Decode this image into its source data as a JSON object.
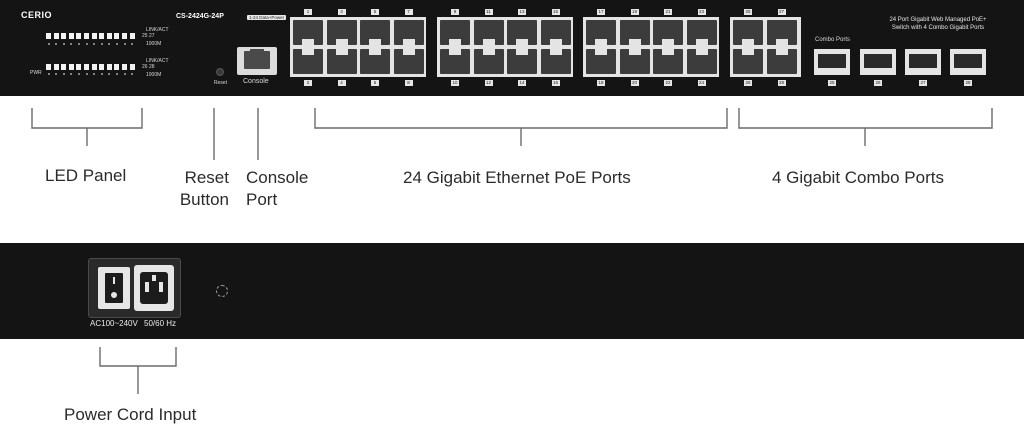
{
  "front": {
    "brand": "CERIO",
    "model": "CS-2424G-24P",
    "port_badge": "1-24 Data+Power",
    "description_line1": "24 Port Gigabit Web Managed PoE+",
    "description_line2": "Switch with 4 Combo Gigabit Ports",
    "combo_label": "Combo Ports",
    "reset_label": "Reset",
    "console_label": "Console",
    "led": {
      "row1_label": "LINK/ACT",
      "row1_speed": "1000M",
      "row2_label": "LINK/ACT",
      "row2_speed": "1000M",
      "pwr_label": "PWR",
      "row1_extra": "25 27",
      "row2_extra": "26 28"
    },
    "ports_top": [
      "1",
      "3",
      "5",
      "7",
      "9",
      "11",
      "13",
      "15",
      "17",
      "19",
      "21",
      "23",
      "25",
      "27"
    ],
    "ports_bottom": [
      "2",
      "4",
      "6",
      "8",
      "10",
      "12",
      "14",
      "16",
      "18",
      "20",
      "22",
      "24",
      "26",
      "28"
    ],
    "sfp_numbers": [
      "25",
      "26",
      "27",
      "28"
    ]
  },
  "callouts": {
    "led_panel": "LED Panel",
    "reset_line1": "Reset",
    "reset_line2": "Button",
    "console_line1": "Console",
    "console_line2": "Port",
    "poe_ports": "24 Gigabit Ethernet PoE Ports",
    "combo_ports": "4 Gigabit Combo Ports",
    "power_input": "Power Cord Input"
  },
  "rear": {
    "voltage": "AC100~240V",
    "frequency": "50/60 Hz"
  }
}
